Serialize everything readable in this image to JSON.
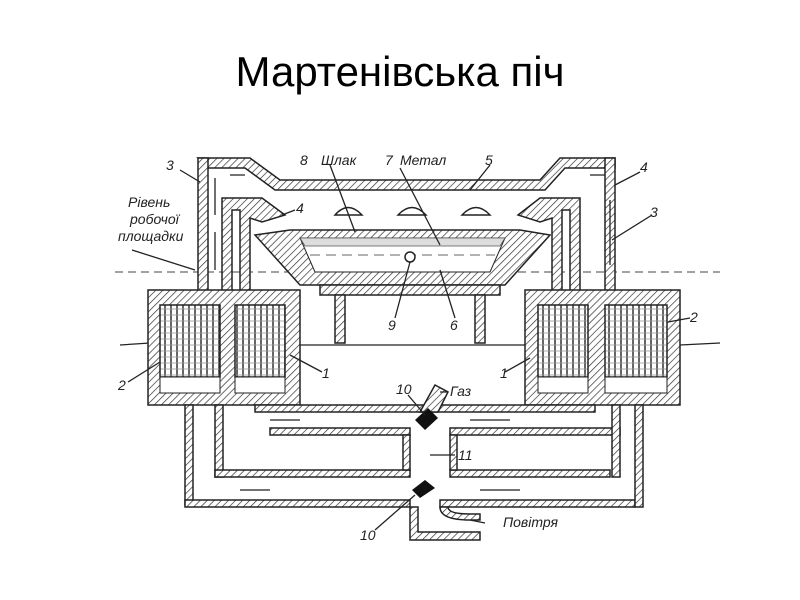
{
  "title": "Мартенівська піч",
  "diagram": {
    "labels": {
      "n3_left": "3",
      "n8": "8",
      "slag": "Шлак",
      "n7": "7",
      "metal": "Метал",
      "n5": "5",
      "n4_right": "4",
      "n3_right": "3",
      "n4_left": "4",
      "level_line1": "Рівень",
      "level_line2": "робочої",
      "level_line3": "площадки",
      "n2_right": "2",
      "n2_left": "2",
      "n1_left": "1",
      "n1_right": "1",
      "n9": "9",
      "n6": "6",
      "n10_top": "10",
      "gas": "Газ",
      "n11": "11",
      "n10_bottom": "10",
      "air": "Повітря"
    }
  }
}
